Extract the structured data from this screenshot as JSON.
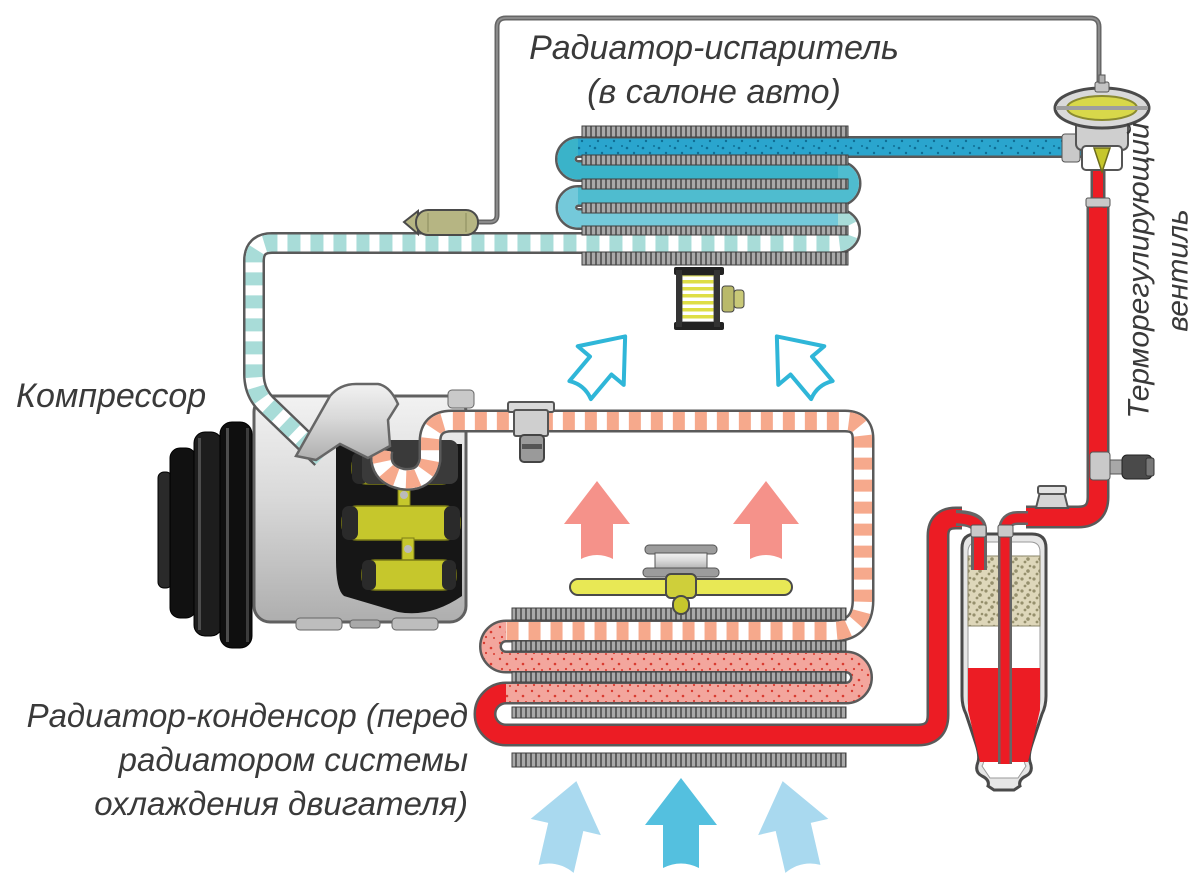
{
  "diagram": {
    "title": "Радиатор-испаритель\n(в салоне авто)",
    "labels": {
      "compressor": "Компрессор",
      "condenser": "Радиатор-конденсор (перед\nрадиатором системы\nохлаждения двигателя)",
      "expansion_valve": "Терморегулирующий\nвентиль"
    }
  },
  "colors": {
    "label_text": "#3a3a3a",
    "high_pressure_liquid": "#ec1c24",
    "condensing_liquid": "#f3a69d",
    "discharge_gas": "#f6a98c",
    "suction_gas": "#a8dcd8",
    "evaporator_inlet_liquid": "#2aa5ce",
    "evaporator_boiling": "#3ab3c9",
    "evaporator_mid": "#4fbccf",
    "evaporator_superheat": "#74c9da",
    "capillary_tube": "#8f8f8f",
    "fins": "#a9a9a9",
    "machine_yellow": "#c6c72c",
    "cold_air": "#2fb6d8",
    "warm_air": "#f5928a",
    "ambient_air_light": "#a9d9ef",
    "ambient_air_strong": "#54c0df"
  }
}
